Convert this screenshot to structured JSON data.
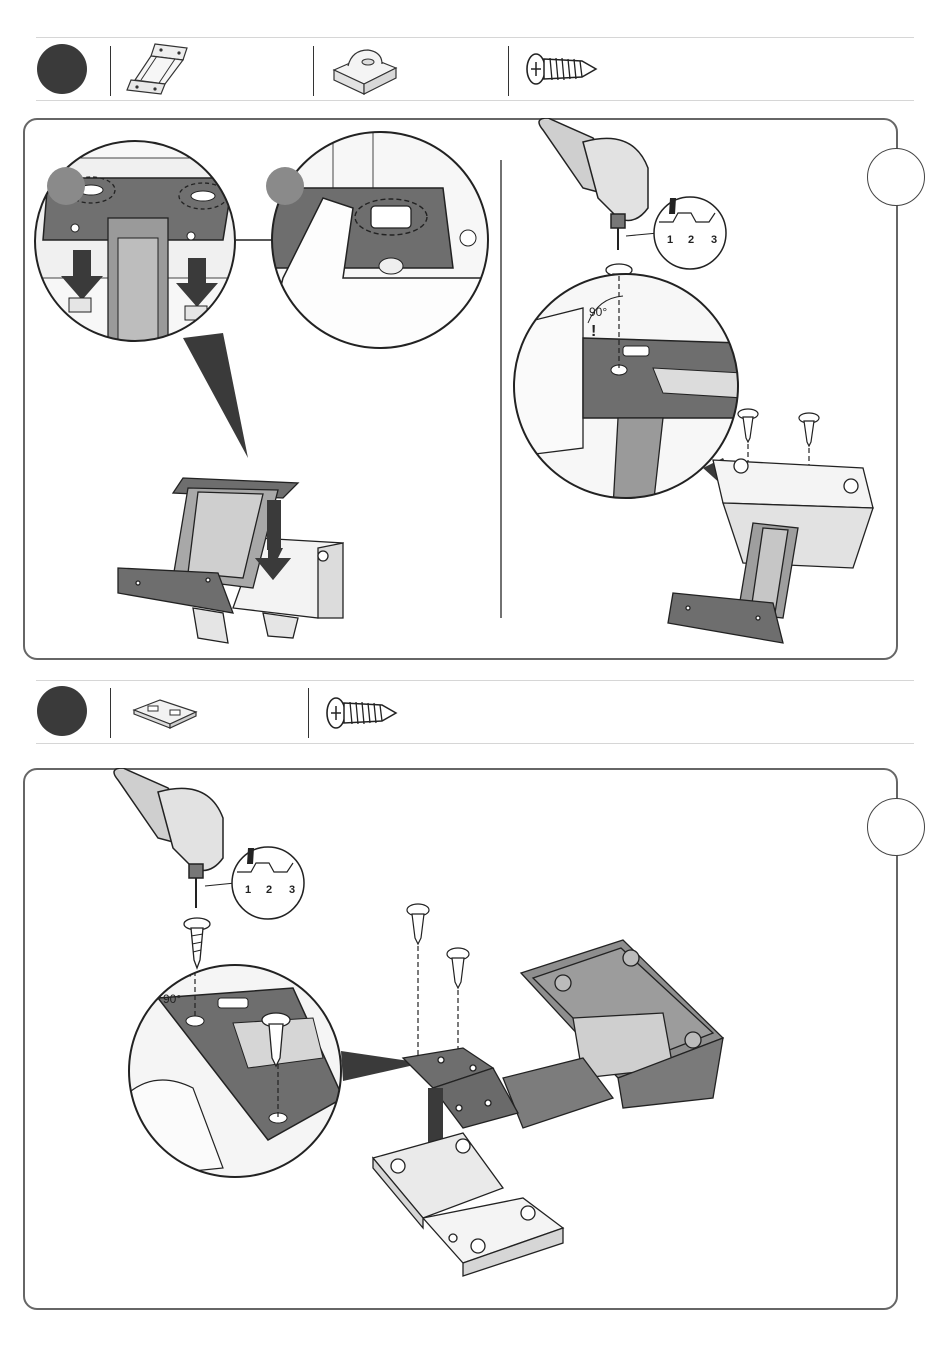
{
  "step1": {
    "dial": {
      "marks": [
        "1",
        "2",
        "3"
      ]
    },
    "angle_label": "90°",
    "warning": "!"
  },
  "step2": {
    "dial": {
      "marks": [
        "1",
        "2",
        "3"
      ]
    },
    "angle_label": "90°",
    "warning": "!"
  },
  "colors": {
    "dark": "#3a3a3a",
    "metal": "#6e6e6e",
    "light_part": "#e6e6e6",
    "outline": "#222222"
  },
  "icons": {
    "step1_parts": [
      "bracket-icon",
      "foot-block-icon",
      "screw-icon"
    ],
    "step2_parts": [
      "clip-icon",
      "screw-icon"
    ]
  }
}
